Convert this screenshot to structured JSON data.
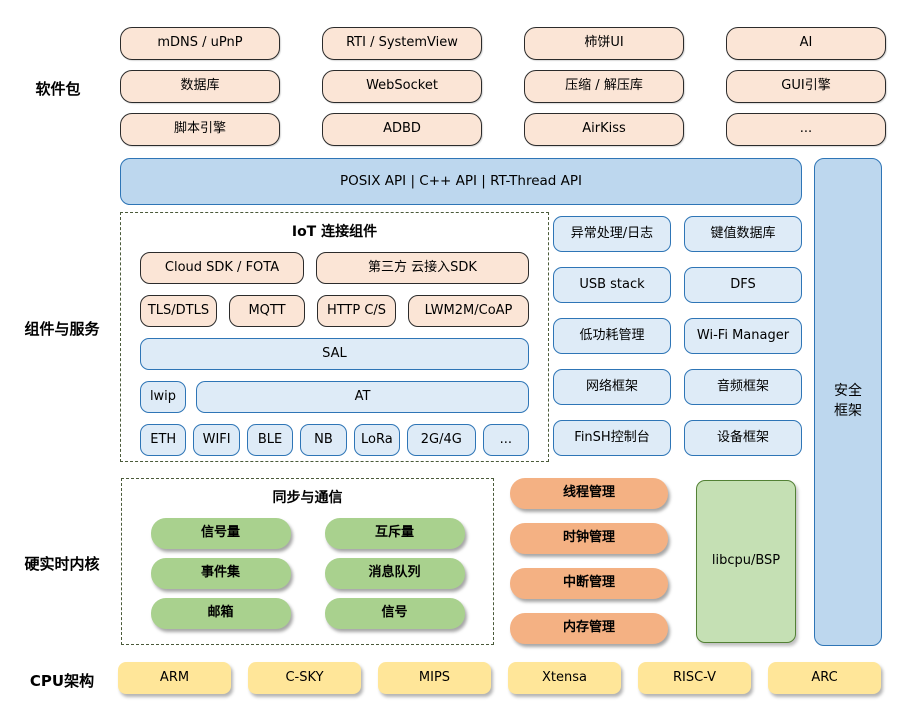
{
  "section_labels": {
    "packages": "软件包",
    "components": "组件与服务",
    "kernel": "硬实时内核",
    "cpu": "CPU架构"
  },
  "packages": {
    "items": [
      "mDNS / uPnP",
      "RTI / SystemView",
      "柿饼UI",
      "AI",
      "数据库",
      "WebSocket",
      "压缩 / 解压库",
      "GUI引擎",
      "脚本引擎",
      "ADBD",
      "AirKiss",
      "..."
    ]
  },
  "api_bar": {
    "label": "POSIX API  |  C++ API  |  RT-Thread API"
  },
  "security_frame": {
    "line1": "安全",
    "line2": "框架"
  },
  "iot": {
    "title": "IoT 连接组件",
    "cloud_sdk": "Cloud SDK / FOTA",
    "third_party_sdk": "第三方 云接入SDK",
    "tls": "TLS/DTLS",
    "mqtt": "MQTT",
    "http": "HTTP C/S",
    "lwm2m": "LWM2M/CoAP",
    "sal": "SAL",
    "lwip": "lwip",
    "at": "AT",
    "links": [
      "ETH",
      "WIFI",
      "BLE",
      "NB",
      "LoRa",
      "2G/4G",
      "..."
    ]
  },
  "services": {
    "items": [
      "异常处理/日志",
      "键值数据库",
      "USB stack",
      "DFS",
      "低功耗管理",
      "Wi-Fi Manager",
      "网络框架",
      "音频框架",
      "FinSH控制台",
      "设备框架"
    ]
  },
  "sync": {
    "title": "同步与通信",
    "items": [
      "信号量",
      "互斥量",
      "事件集",
      "消息队列",
      "邮箱",
      "信号"
    ]
  },
  "kernel": {
    "items": [
      "线程管理",
      "时钟管理",
      "中断管理",
      "内存管理"
    ],
    "libcpu": "libcpu/BSP"
  },
  "cpu": {
    "items": [
      "ARM",
      "C-SKY",
      "MIPS",
      "Xtensa",
      "RISC-V",
      "ARC"
    ]
  },
  "colors": {
    "peach_fill": "#FBE5D6",
    "blue_mid_fill": "#BDD7EE",
    "blue_light_fill": "#DEEBF7",
    "blue_border": "#2E75B6",
    "green_pill_fill": "#A9D18E",
    "orange_pill_fill": "#F4B183",
    "libcpu_fill": "#C5E0B4",
    "libcpu_border": "#538135",
    "yellow_fill": "#FFE699",
    "dashed_border": "#4a5a3a"
  }
}
